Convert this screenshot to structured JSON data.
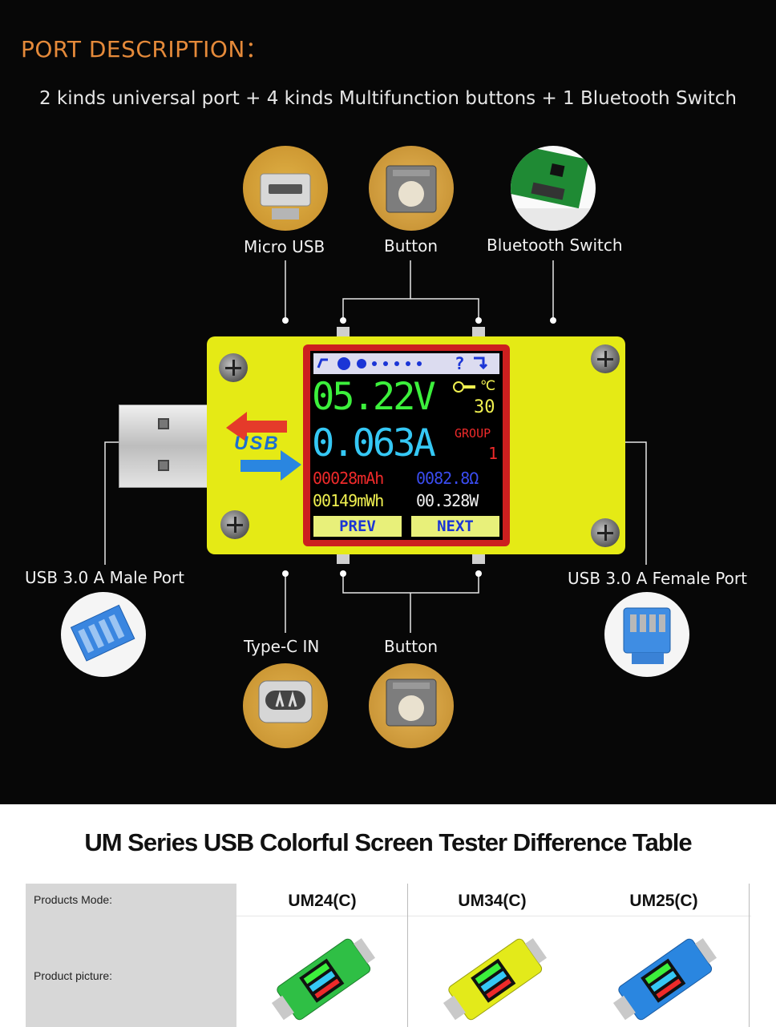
{
  "header": {
    "title": "PORT DESCRIPTION：",
    "subtitle": "2 kinds universal port + 4 kinds Multifunction buttons + 1 Bluetooth Switch"
  },
  "ports": {
    "micro_usb": "Micro USB",
    "button_top": "Button",
    "bluetooth_switch": "Bluetooth Switch",
    "male_port": "USB 3.0 A Male Port",
    "female_port": "USB 3.0 A Female Port",
    "type_c": "Type-C IN",
    "button_bottom": "Button"
  },
  "device": {
    "logo": "USB",
    "screen": {
      "status_symbols": "?",
      "voltage": "05.22V",
      "temp_unit": "℃",
      "temp": "30",
      "current": "0.063A",
      "group_label": "GROUP",
      "group": "1",
      "capacity": "00028mAh",
      "resistance": "0082.8Ω",
      "energy": "00149mWh",
      "power": "00.328W",
      "prev": "PREV",
      "next": "NEXT"
    }
  },
  "table": {
    "title": "UM Series USB Colorful Screen Tester Difference Table",
    "row_labels": [
      "Products Mode:",
      "Product picture:"
    ],
    "columns": [
      "UM24(C)",
      "UM34(C)",
      "UM25(C)"
    ]
  },
  "colors": {
    "accent_orange": "#e58a3a",
    "device_yellow": "#e5ea15",
    "screen_green": "#3cf03c",
    "screen_cyan": "#35c8f5",
    "screen_red": "#ee2a2a",
    "screen_yellow": "#f0f050"
  },
  "icons": {
    "thumb_micro_usb": "micro-usb-photo",
    "thumb_button": "tactile-button-photo",
    "thumb_bluetooth": "slide-switch-photo",
    "thumb_male": "usb-male-connector-photo",
    "thumb_female": "usb-female-connector-photo",
    "thumb_typec": "type-c-connector-photo"
  }
}
